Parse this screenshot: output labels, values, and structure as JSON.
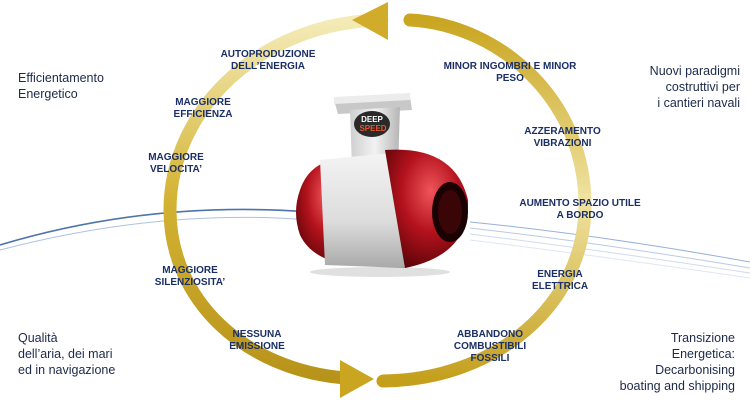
{
  "side_texts": {
    "top_left": "Efficientamento\nEnergetico",
    "top_right": "Nuovi paradigmi\ncostruttivi per\ni cantieri navali",
    "bottom_left": "Qualità\ndell’aria, dei mari\ned in navigazione",
    "bottom_right": "Transizione\nEnergetica:\nDecarbonising\nboating and shipping"
  },
  "ring_labels": {
    "autoproduzione": "AUTOPRODUZIONE\nDELL’ENERGIA",
    "maggiore_efficienza": "MAGGIORE\nEFFICIENZA",
    "maggiore_velocita": "MAGGIORE\nVELOCITA’",
    "maggiore_silenziosita": "MAGGIORE\nSILENZIOSITA’",
    "nessuna_emissione": "NESSUNA\nEMISSIONE",
    "minor_ingombri": "MINOR INGOMBRI E MINOR\nPESO",
    "azzeramento_vibrazioni": "AZZERAMENTO\nVIBRAZIONI",
    "aumento_spazio": "AUMENTO SPAZIO UTILE\nA BORDO",
    "energia_elettrica": "ENERGIA\nELETTRICA",
    "abbandono_combustibili": "ABBANDONO\nCOMBUSTIBILI\nFOSSILI"
  },
  "product": {
    "logo_line1": "DEEP",
    "logo_line2": "SPEED"
  },
  "colors": {
    "arrow_gold": "#c9a520",
    "arrow_light": "#f3e7a8",
    "label_navy": "#1b2f66",
    "pod_red": "#b3121c",
    "wave_blue": "#2f5c9e"
  }
}
